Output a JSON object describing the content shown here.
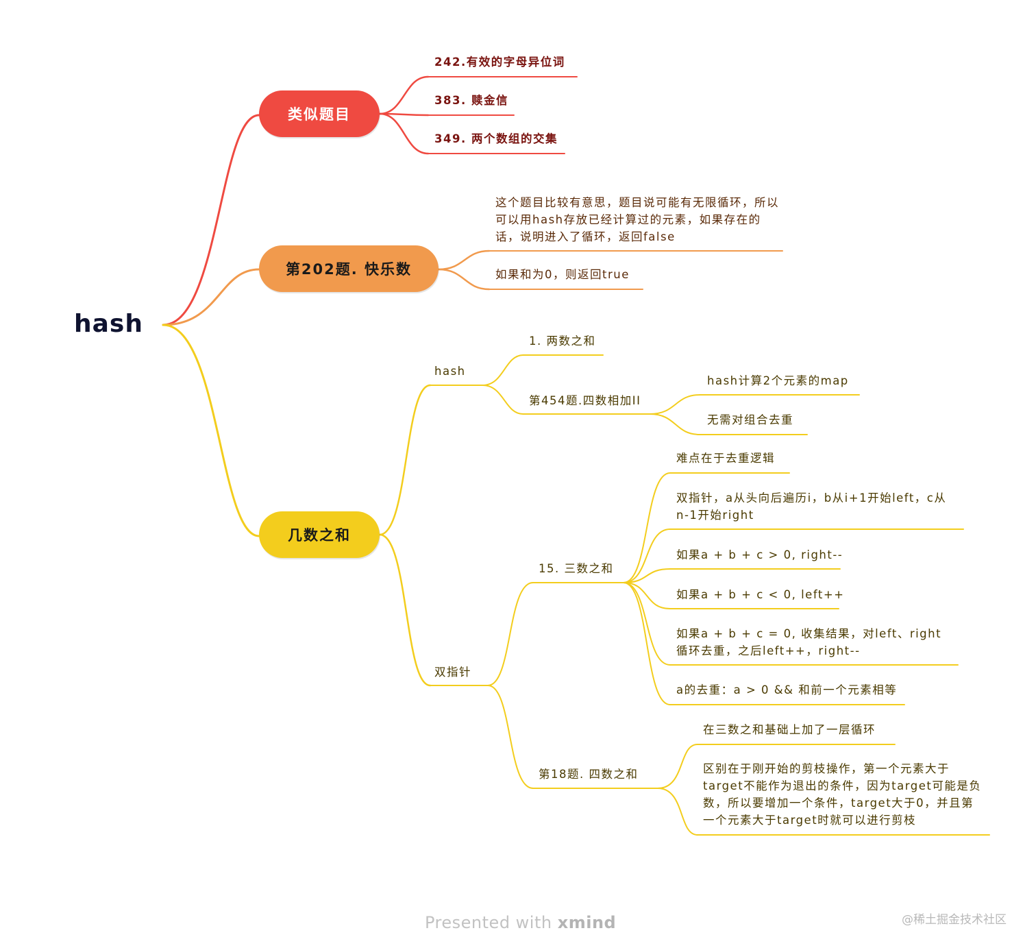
{
  "root": "hash",
  "colors": {
    "red": "#ef4a41",
    "orange": "#f19a4d",
    "yellow": "#f3cd1d",
    "root_text": "#0f1330"
  },
  "branches": [
    {
      "label": "类似题目",
      "children": [
        "242.有效的字母异位词",
        "383. 赎金信",
        "349. 两个数组的交集"
      ]
    },
    {
      "label": "第202题. 快乐数",
      "children": [
        "这个题目比较有意思，题目说可能有无限循环，所以可以用hash存放已经计算过的元素，如果存在的话，说明进入了循环，返回false",
        "如果和为0，则返回true"
      ]
    },
    {
      "label": "几数之和",
      "hash": {
        "label": "hash",
        "two_sum": "1. 两数之和",
        "four_sum_ii": {
          "label": "第454题.四数相加II",
          "children": [
            "hash计算2个元素的map",
            "无需对组合去重"
          ]
        }
      },
      "two_pointer": {
        "label": "双指针",
        "three_sum": {
          "label": "15. 三数之和",
          "children": [
            "难点在于去重逻辑",
            "双指针，a从头向后遍历i，b从i+1开始left，c从n-1开始right",
            "如果a + b + c > 0, right--",
            "如果a + b + c < 0, left++",
            "如果a + b + c = 0, 收集结果，对left、right循环去重，之后left++，right--",
            "a的去重：a > 0 && 和前一个元素相等"
          ]
        },
        "four_sum": {
          "label": "第18题. 四数之和",
          "children": [
            "在三数之和基础上加了一层循环",
            "区别在于刚开始的剪枝操作，第一个元素大于target不能作为退出的条件，因为target可能是负数，所以要增加一个条件，target大于0，并且第一个元素大于target时就可以进行剪枝"
          ]
        }
      }
    }
  ],
  "footer": {
    "prefix": "Presented with",
    "brand": "xmind"
  },
  "watermark": "@稀土掘金技术社区"
}
